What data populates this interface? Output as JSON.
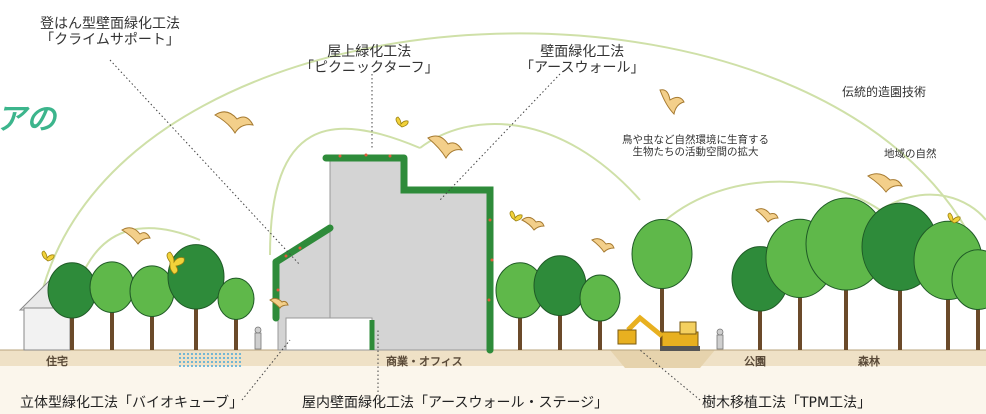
{
  "partial_heading": "アの",
  "labels": {
    "climb_support": {
      "line1": "登はん型壁面緑化工法",
      "line2": "「クライムサポート」"
    },
    "rooftop": {
      "line1": "屋上緑化工法",
      "line2": "「ピクニックターフ」"
    },
    "wall": {
      "line1": "壁面緑化工法",
      "line2": "「アースウォール」"
    },
    "traditional_garden": "伝統的造園技術",
    "habitat": {
      "line1": "鳥や虫など自然環境に生育する",
      "line2": "生物たちの活動空間の拡大"
    },
    "local_nature": "地域の自然"
  },
  "ground_labels": {
    "residential": "住宅",
    "commercial": "商業・オフィス",
    "park": "公園",
    "forest": "森林"
  },
  "bottom_labels": {
    "bio_cube": "立体型緑化工法「バイオキューブ」",
    "indoor_wall": "屋内壁面緑化工法「アースウォール・ステージ」",
    "tpm": "樹木移植工法「TPM工法」"
  },
  "colors": {
    "arc": "#cfe0a8",
    "tree_dark": "#2e8b3a",
    "tree_light": "#5fb84a",
    "building": "#d4d4d4",
    "ground": "#efe1c6",
    "bird": "#e0b060",
    "butterfly": "#f2d23a",
    "heading": "#3cb58c",
    "machine": "#e8b020"
  }
}
